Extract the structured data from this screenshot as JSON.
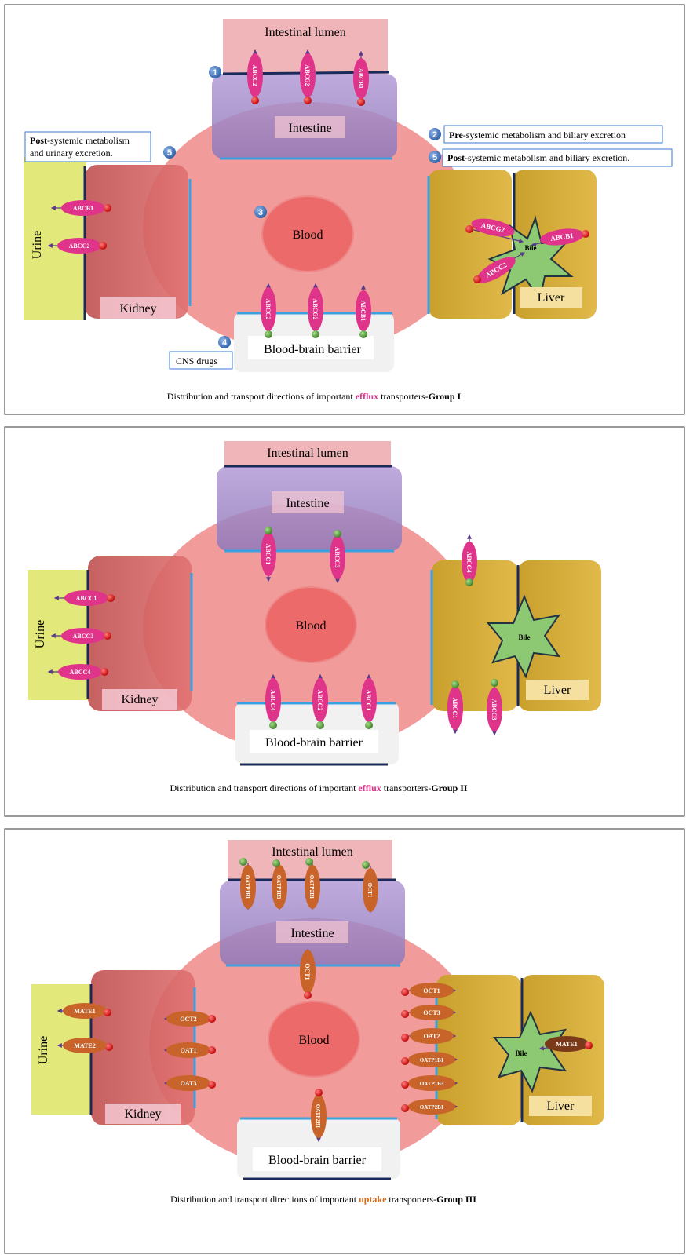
{
  "panels": [
    {
      "labels": {
        "lumen": "Intestinal lumen",
        "intestine": "Intestine",
        "blood": "Blood",
        "kidney": "Kidney",
        "urine": "Urine",
        "liver": "Liver",
        "bbb": "Blood-brain barrier",
        "bile": "Bile"
      },
      "caption": {
        "pre": "Distribution and transport directions of important ",
        "highlight": "efflux",
        "mid": " transporters-",
        "group": "Group I"
      },
      "highlight_color": "#e0338a",
      "callouts": {
        "kidney_bold": "Post",
        "kidney_rest": "-systemic metabolism",
        "kidney_line2": "and urinary excretion.",
        "pre_bold": "Pre",
        "pre_rest": "-systemic metabolism and biliary excretion",
        "post_bold": "Post",
        "post_rest": "-systemic metabolism and biliary excretion.",
        "cns": "CNS drugs"
      },
      "markers": [
        "1",
        "2",
        "5",
        "3",
        "4",
        "5"
      ],
      "transporters": {
        "intestine": [
          "ABCC2",
          "ABCG2",
          "ABCB1"
        ],
        "kidney": [
          "ABCB1",
          "ABCC2"
        ],
        "bbb": [
          "ABCC2",
          "ABCG2",
          "ABCB1"
        ],
        "liver": [
          "ABCG2",
          "ABCB1",
          "ABCC2"
        ]
      }
    },
    {
      "labels": {
        "lumen": "Intestinal lumen",
        "intestine": "Intestine",
        "blood": "Blood",
        "kidney": "Kidney",
        "urine": "Urine",
        "liver": "Liver",
        "bbb": "Blood-brain barrier",
        "bile": "Bile"
      },
      "caption": {
        "pre": "Distribution and transport directions of important ",
        "highlight": "efflux",
        "mid": " transporters-",
        "group": "Group II"
      },
      "highlight_color": "#e0338a",
      "transporters": {
        "intestine": [
          "ABCC1",
          "ABCC3"
        ],
        "kidney": [
          "ABCC1",
          "ABCC3",
          "ABCC4"
        ],
        "bbb": [
          "ABCC4",
          "ABCC2",
          "ABCC1"
        ],
        "liver_top": [
          "ABCC4"
        ],
        "liver_bottom": [
          "ABCC1",
          "ABCC3"
        ]
      }
    },
    {
      "labels": {
        "lumen": "Intestinal lumen",
        "intestine": "Intestine",
        "blood": "Blood",
        "kidney": "Kidney",
        "urine": "Urine",
        "liver": "Liver",
        "bbb": "Blood-brain barrier",
        "bile": "Bile"
      },
      "caption": {
        "pre": "Distribution and transport directions of important ",
        "highlight": "uptake",
        "mid": " transporters-",
        "group": "Group III"
      },
      "highlight_color": "#d2691e",
      "transporters": {
        "lumen": [
          "OATP1B1",
          "OATP1B3",
          "OATP2B1",
          "OCT1"
        ],
        "intestine_bottom": [
          "OCT1"
        ],
        "kidney_urine": [
          "MATE1",
          "MATE2"
        ],
        "kidney_blood": [
          "OCT2",
          "OAT1",
          "OAT3"
        ],
        "liver": [
          "OCT1",
          "OCT3",
          "OAT2",
          "OATP1B1",
          "OATP1B3",
          "OATP2B1"
        ],
        "bile": [
          "MATE1"
        ],
        "bbb": [
          "OATP2B1"
        ]
      }
    }
  ]
}
